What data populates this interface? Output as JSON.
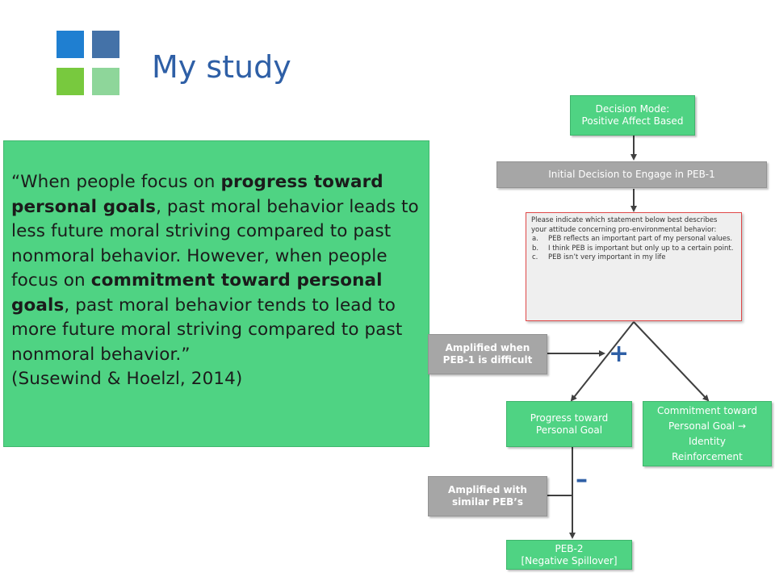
{
  "slide": {
    "title": "My study",
    "logo_colors": [
      "#1f7fd1",
      "#4472a8",
      "#78c93e",
      "#8ed69a"
    ]
  },
  "quote": {
    "open_mark": "“",
    "part1": "When people focus on ",
    "bold1": "progress toward personal goals",
    "part2": ", past moral behavior leads to less future moral striving compared to past nonmoral behavior. However, when people focus on ",
    "bold2": "commitment toward personal goals",
    "part3": ", past moral behavior tends to lead to more future moral striving compared to past nonmoral behavior.",
    "close_mark": "”",
    "citation": "(Susewind & Hoelzl, 2014)"
  },
  "diagram": {
    "decision_mode": [
      "Decision Mode:",
      "Positive Affect Based"
    ],
    "initial_decision": "Initial Decision to Engage in PEB-1",
    "survey": {
      "intro": "Please indicate which statement below best describes your attitude concerning pro-environmental behavior:",
      "options": [
        {
          "letter": "a.",
          "text": "PEB reflects an important part of my personal values."
        },
        {
          "letter": "b.",
          "text": "I think PEB is important but only up to a certain point."
        },
        {
          "letter": "c.",
          "text": "PEB isn’t very important in my life"
        }
      ]
    },
    "amplified_difficult": [
      "Amplified when",
      "PEB-1 is difficult"
    ],
    "plus_sign": "+",
    "progress": [
      "Progress toward",
      "Personal Goal"
    ],
    "commitment": [
      "Commitment toward",
      "Personal Goal →",
      "Identity",
      "Reinforcement"
    ],
    "minus_sign": "–",
    "amplified_similar": [
      "Amplified with",
      "similar PEB’s"
    ],
    "peb2": [
      "PEB-2",
      "[Negative Spillover]"
    ]
  },
  "colors": {
    "green": "#4fd383",
    "gray": "#a6a6a6",
    "title_blue": "#2e5fa6",
    "arrow": "#404040"
  }
}
